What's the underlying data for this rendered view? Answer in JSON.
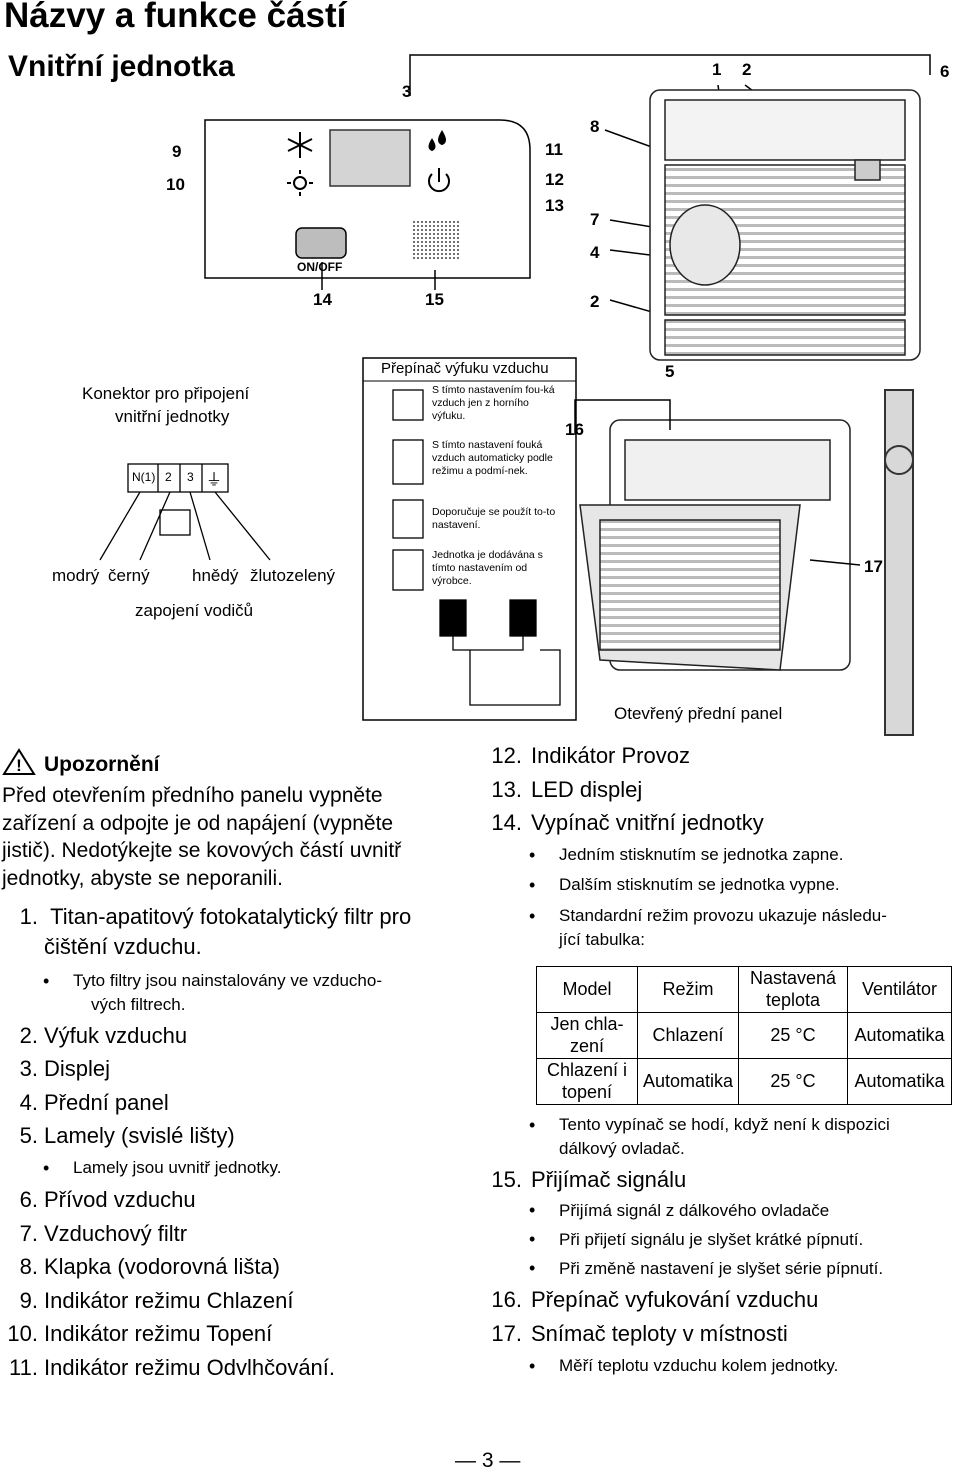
{
  "title": "Názvy a funkce částí",
  "subtitle": "Vnitřní jednotka",
  "callouts": [
    "1",
    "2",
    "3",
    "4",
    "5",
    "6",
    "7",
    "8",
    "9",
    "10",
    "11",
    "12",
    "13",
    "14",
    "15",
    "16",
    "17",
    "2"
  ],
  "control_panel": {
    "onoff_label": "ON/OFF"
  },
  "connector": {
    "title_line1": "Konektor pro připojení",
    "title_line2": "vnitřní jednotky",
    "terminals": [
      "N(1)",
      "2",
      "3"
    ],
    "wire_colors": [
      "modrý",
      "černý",
      "hnědý",
      "žlutozelený"
    ],
    "caption": "zapojení vodičů"
  },
  "switch_box": {
    "title": "Přepínač výfuku vzduchu",
    "options": [
      "S tímto nastavením fou-ká vzduch jen z horního výfuku.",
      "S tímto nastavení fouká vzduch automaticky podle režimu a podmí-nek.",
      "Doporučuje se použít to-to nastavení.",
      "Jednotka je dodávána s tímto nastavením od výrobce."
    ]
  },
  "open_panel_caption": "Otevřený přední panel",
  "warning": {
    "heading": "Upozornění",
    "text_lines": [
      "Před otevřením předního panelu vypněte",
      "zařízení a odpojte je od napájení (vypněte",
      "jistič). Nedotýkejte se kovových částí uvnitř",
      "jednotky, abyste se neporanili."
    ]
  },
  "left_list": {
    "item1_num": "1.",
    "item1_line1": "Titan-apatitový fotokatalytický filtr pro",
    "item1_line2": "čištění vzduchu.",
    "item1_bullet_line1": "Tyto filtry jsou nainstalovány ve vzducho-",
    "item1_bullet_line2": "vých filtrech.",
    "items_a": [
      {
        "num": "2.",
        "text": "Výfuk vzduchu"
      },
      {
        "num": "3.",
        "text": "Displej"
      },
      {
        "num": "4.",
        "text": "Přední panel"
      },
      {
        "num": "5.",
        "text": "Lamely (svislé lišty)"
      }
    ],
    "item5_bullet": "Lamely jsou uvnitř jednotky.",
    "items_b": [
      {
        "num": "6.",
        "text": "Přívod vzduchu"
      },
      {
        "num": "7.",
        "text": "Vzduchový filtr"
      },
      {
        "num": "8.",
        "text": "Klapka (vodorovná lišta)"
      },
      {
        "num": "9.",
        "text": "Indikátor režimu Chlazení"
      },
      {
        "num": "10.",
        "text": "Indikátor režimu Topení"
      },
      {
        "num": "11.",
        "text": "Indikátor režimu Odvlhčování."
      }
    ]
  },
  "right_list": {
    "items_a": [
      {
        "num": "12.",
        "text": "Indikátor Provoz"
      },
      {
        "num": "13.",
        "text": "LED displej"
      },
      {
        "num": "14.",
        "text": "Vypínač vnitřní jednotky"
      }
    ],
    "item14_bullets": [
      "Jedním stisknutím se jednotka zapne.",
      "Dalším stisknutím se jednotka vypne."
    ],
    "item14_bullet3_line1": "Standardní režim provozu ukazuje následu-",
    "item14_bullet3_line2": "jící tabulka:",
    "table": {
      "headers": [
        "Model",
        "Režim",
        "Nastavená teplota",
        "Ventilátor"
      ],
      "rows": [
        [
          "Jen chla-zení",
          "Chlazení",
          "25 °C",
          "Automatika"
        ],
        [
          "Chlazení i topení",
          "Automatika",
          "25 °C",
          "Automatika"
        ]
      ]
    },
    "item14_bullet4_line1": "Tento vypínač se hodí, když není k dispozici",
    "item14_bullet4_line2": "dálkový ovladač.",
    "item15": {
      "num": "15.",
      "text": "Přijímač signálu"
    },
    "item15_bullets": [
      "Přijímá signál z dálkového ovladače",
      "Při přijetí signálu je slyšet krátké pípnutí.",
      "Při změně nastavení je slyšet série pípnutí."
    ],
    "items_c": [
      {
        "num": "16.",
        "text": "Přepínač vyfukování vzduchu"
      },
      {
        "num": "17.",
        "text": "Snímač teploty v místnosti"
      }
    ],
    "item17_bullet": "Měří teplotu vzduchu kolem jednotky."
  },
  "page_number": "3"
}
